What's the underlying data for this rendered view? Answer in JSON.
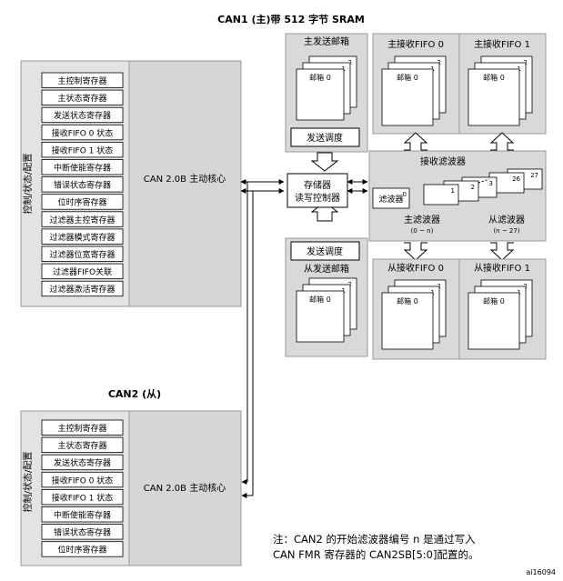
{
  "can1_title": "CAN1 (主)带 512 字节 SRAM",
  "can2_title": "CAN2 (从)",
  "can1": {
    "side_label": "控制/状态/配置",
    "core_label": "CAN 2.0B  主动核心",
    "registers": [
      "主控制寄存器",
      "主状态寄存器",
      "发送状态寄存器",
      "接收FIFO 0 状态",
      "接收FIFO 1 状态",
      "中断使能寄存器",
      "错误状态寄存器",
      "位时序寄存器",
      "过滤器主控寄存器",
      "过滤器模式寄存器",
      "过滤器位宽寄存器",
      "过滤器FIFO关联",
      "过滤器激活寄存器"
    ]
  },
  "can2": {
    "side_label": "控制/状态/配置",
    "core_label": "CAN 2.0B  主动核心",
    "registers": [
      "主控制寄存器",
      "主状态寄存器",
      "发送状态寄存器",
      "接收FIFO 0 状态",
      "接收FIFO 1 状态",
      "中断使能寄存器",
      "错误状态寄存器",
      "位时序寄存器"
    ]
  },
  "mailbox_labels": {
    "master_tx": "主发送邮箱",
    "slave_tx": "从发送邮箱",
    "master_rx0": "主接收FIFO 0",
    "master_rx1": "主接收FIFO 1",
    "slave_rx0": "从接收FIFO 0",
    "slave_rx1": "从接收FIFO 1",
    "mailbox": "邮箱 0"
  },
  "tx_sched": "发送调度",
  "storage_ctrl": [
    "存储器",
    "读写控制器"
  ],
  "filter_block": {
    "title": "接收滤波器",
    "filter": "滤波器",
    "nums": [
      "0",
      "1",
      "2",
      "3",
      "26",
      "27"
    ],
    "master_filter": "主滤波器",
    "master_range": "(0 ~ n)",
    "slave_filter": "从滤波器",
    "slave_range": "(n ~ 27)"
  },
  "stack_numbers": [
    "0",
    "1",
    "2"
  ],
  "note_line1": "注：CAN2 的开始滤波器编号 n 是通过写入",
  "note_line2": "CAN  FMR 寄存器的 CAN2SB[5:0]配置的。",
  "figure_id": "ai16094"
}
